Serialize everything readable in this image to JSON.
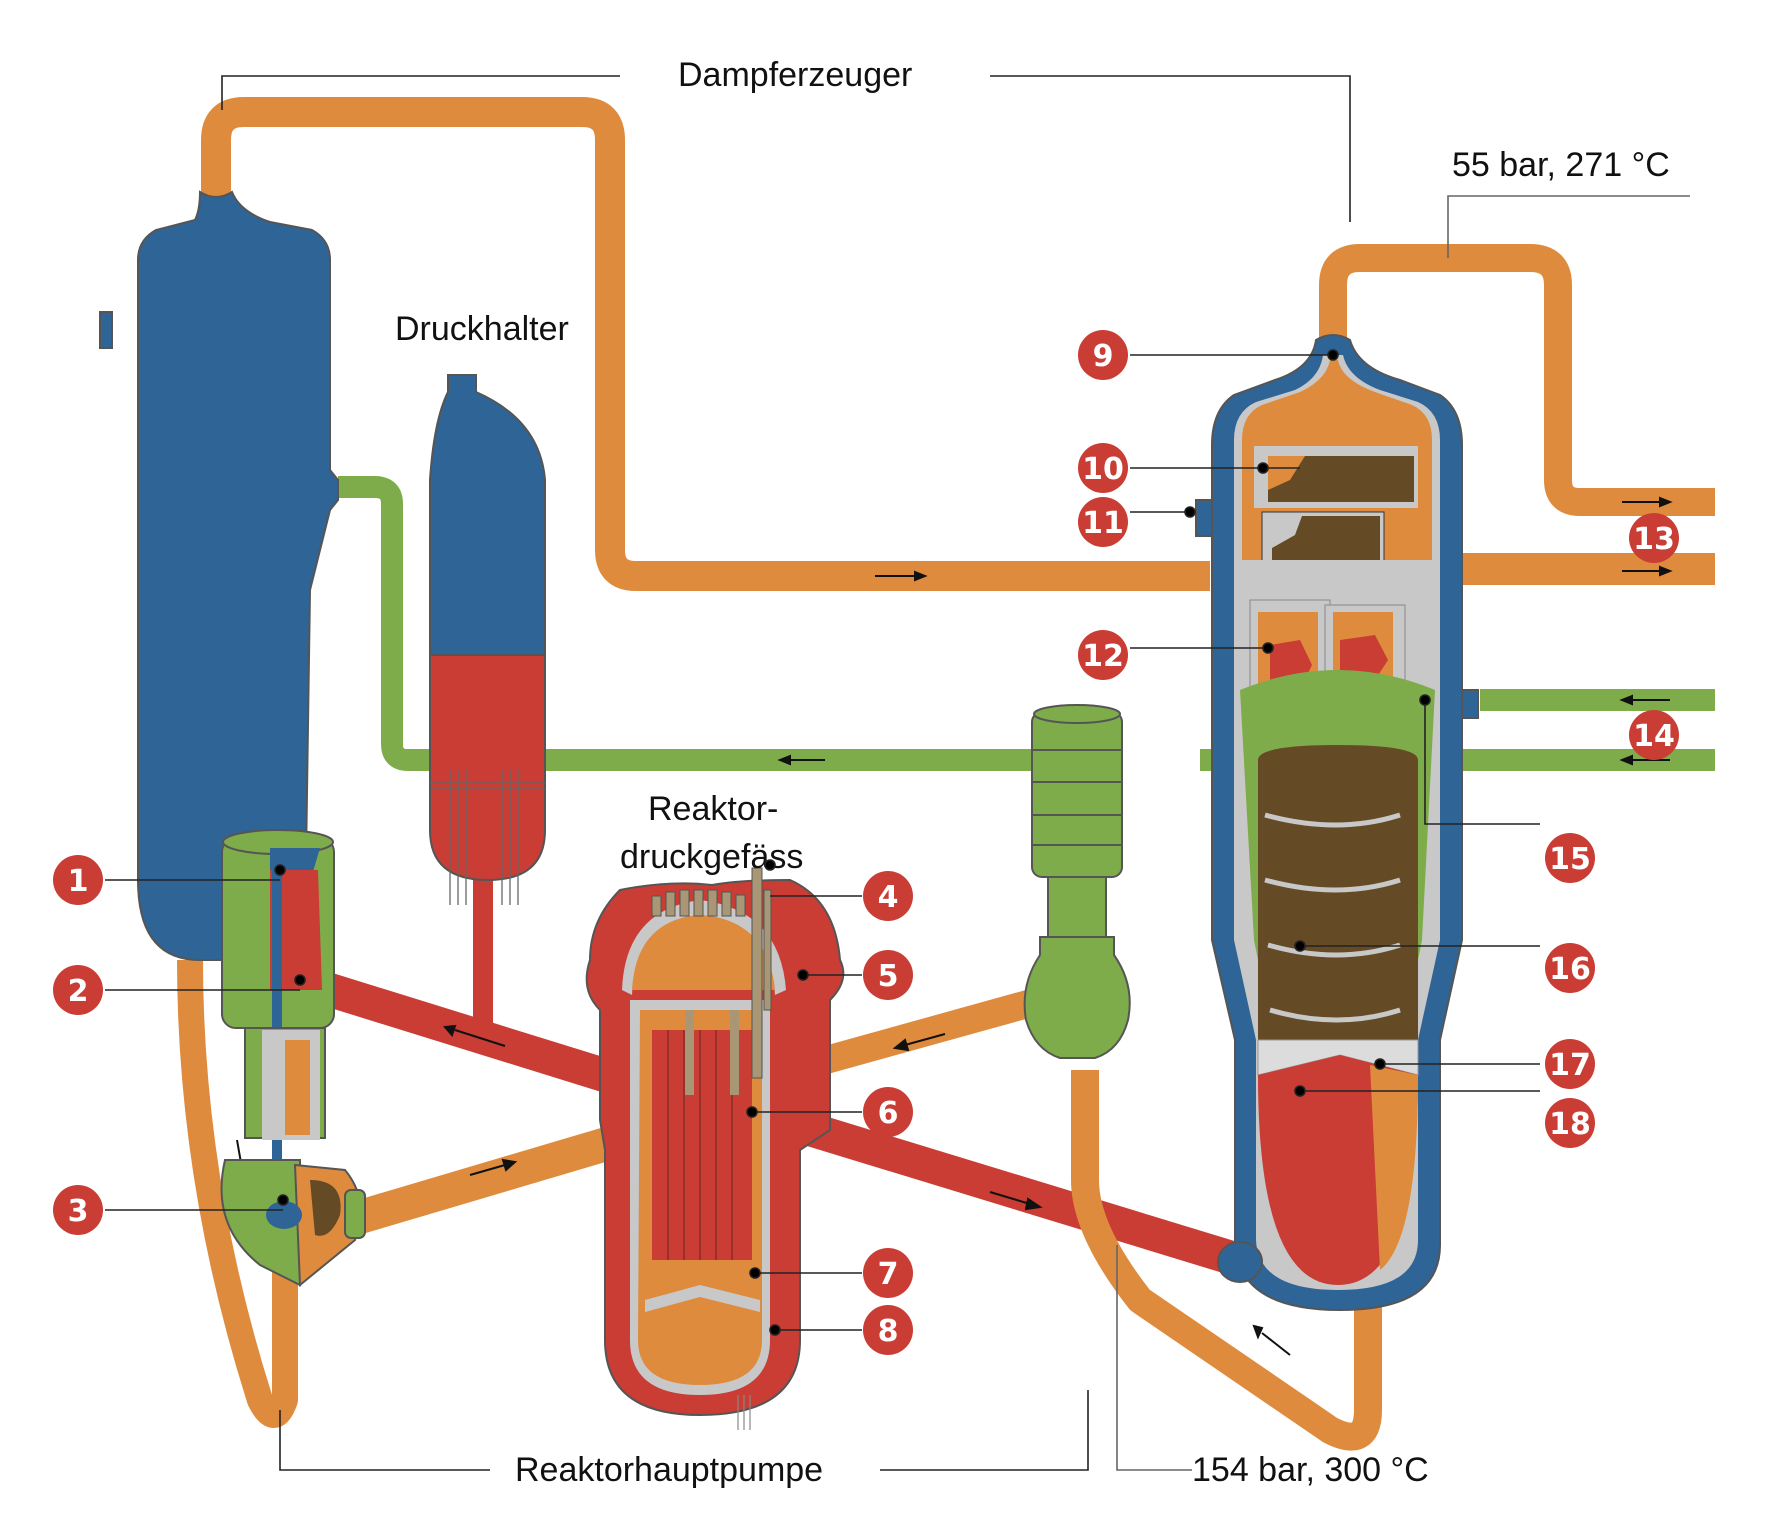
{
  "title_labels": {
    "steam_generator": "Dampferzeuger",
    "pressurizer": "Druckhalter",
    "reactor_vessel_line1": "Reaktor-",
    "reactor_vessel_line2": "druckgefäss",
    "main_coolant_pump": "Reaktorhauptpumpe",
    "secondary_conditions": "55 bar, 271 °C",
    "primary_conditions": "154 bar, 300 °C"
  },
  "colors": {
    "cold_leg_primary": "#df8b3d",
    "hot_leg_primary": "#c93d35",
    "feedwater": "#7fac4a",
    "vessel_shell": "#2f6496",
    "internals_grey": "#c8c8c8",
    "tube_bundle": "#654a26",
    "badge": "#c93d35",
    "outline": "#555555"
  },
  "callouts": [
    {
      "number": "1",
      "component": "pump-motor-top"
    },
    {
      "number": "2",
      "component": "pump-motor"
    },
    {
      "number": "3",
      "component": "pump-impeller"
    },
    {
      "number": "4",
      "component": "control-rod-drive"
    },
    {
      "number": "5",
      "component": "vessel-head"
    },
    {
      "number": "6",
      "component": "control-rod"
    },
    {
      "number": "7",
      "component": "fuel-assembly"
    },
    {
      "number": "8",
      "component": "core-support"
    },
    {
      "number": "9",
      "component": "steam-outlet"
    },
    {
      "number": "10",
      "component": "steam-dryer"
    },
    {
      "number": "11",
      "component": "manhole"
    },
    {
      "number": "12",
      "component": "cyclone-separator"
    },
    {
      "number": "13",
      "component": "main-steam-lines"
    },
    {
      "number": "14",
      "component": "feedwater-lines"
    },
    {
      "number": "15",
      "component": "feedwater-nozzle"
    },
    {
      "number": "16",
      "component": "u-tube-bundle"
    },
    {
      "number": "17",
      "component": "tube-sheet"
    },
    {
      "number": "18",
      "component": "primary-water-chamber"
    }
  ]
}
